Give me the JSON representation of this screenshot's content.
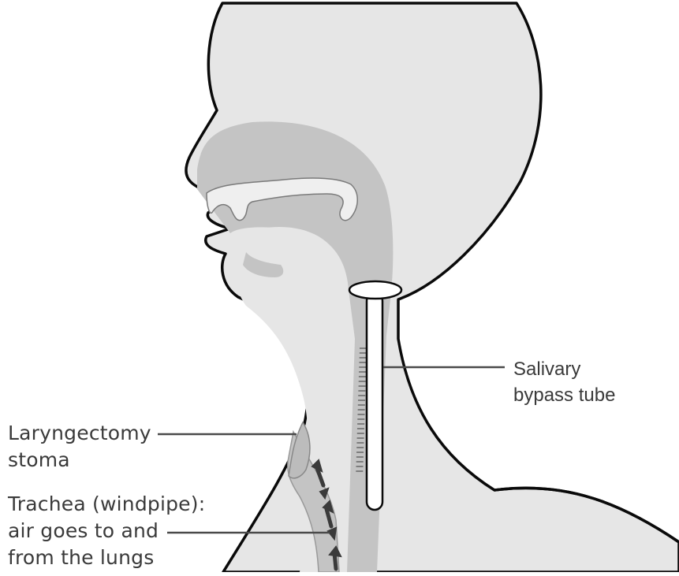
{
  "labels": {
    "salivary_bypass_tube": "Salivary\nbypass tube",
    "laryngectomy_stoma": "Laryngectomy\nstoma",
    "trachea": "Trachea (windpipe):\nair goes to and\nfrom the lungs"
  },
  "colors": {
    "skin": "#e6e6e6",
    "airway": "#c4c4c4",
    "outline": "#0a0a0a",
    "tube": "#ffffff",
    "leader": "#4a4a4a",
    "text": "#3a3a3a"
  }
}
